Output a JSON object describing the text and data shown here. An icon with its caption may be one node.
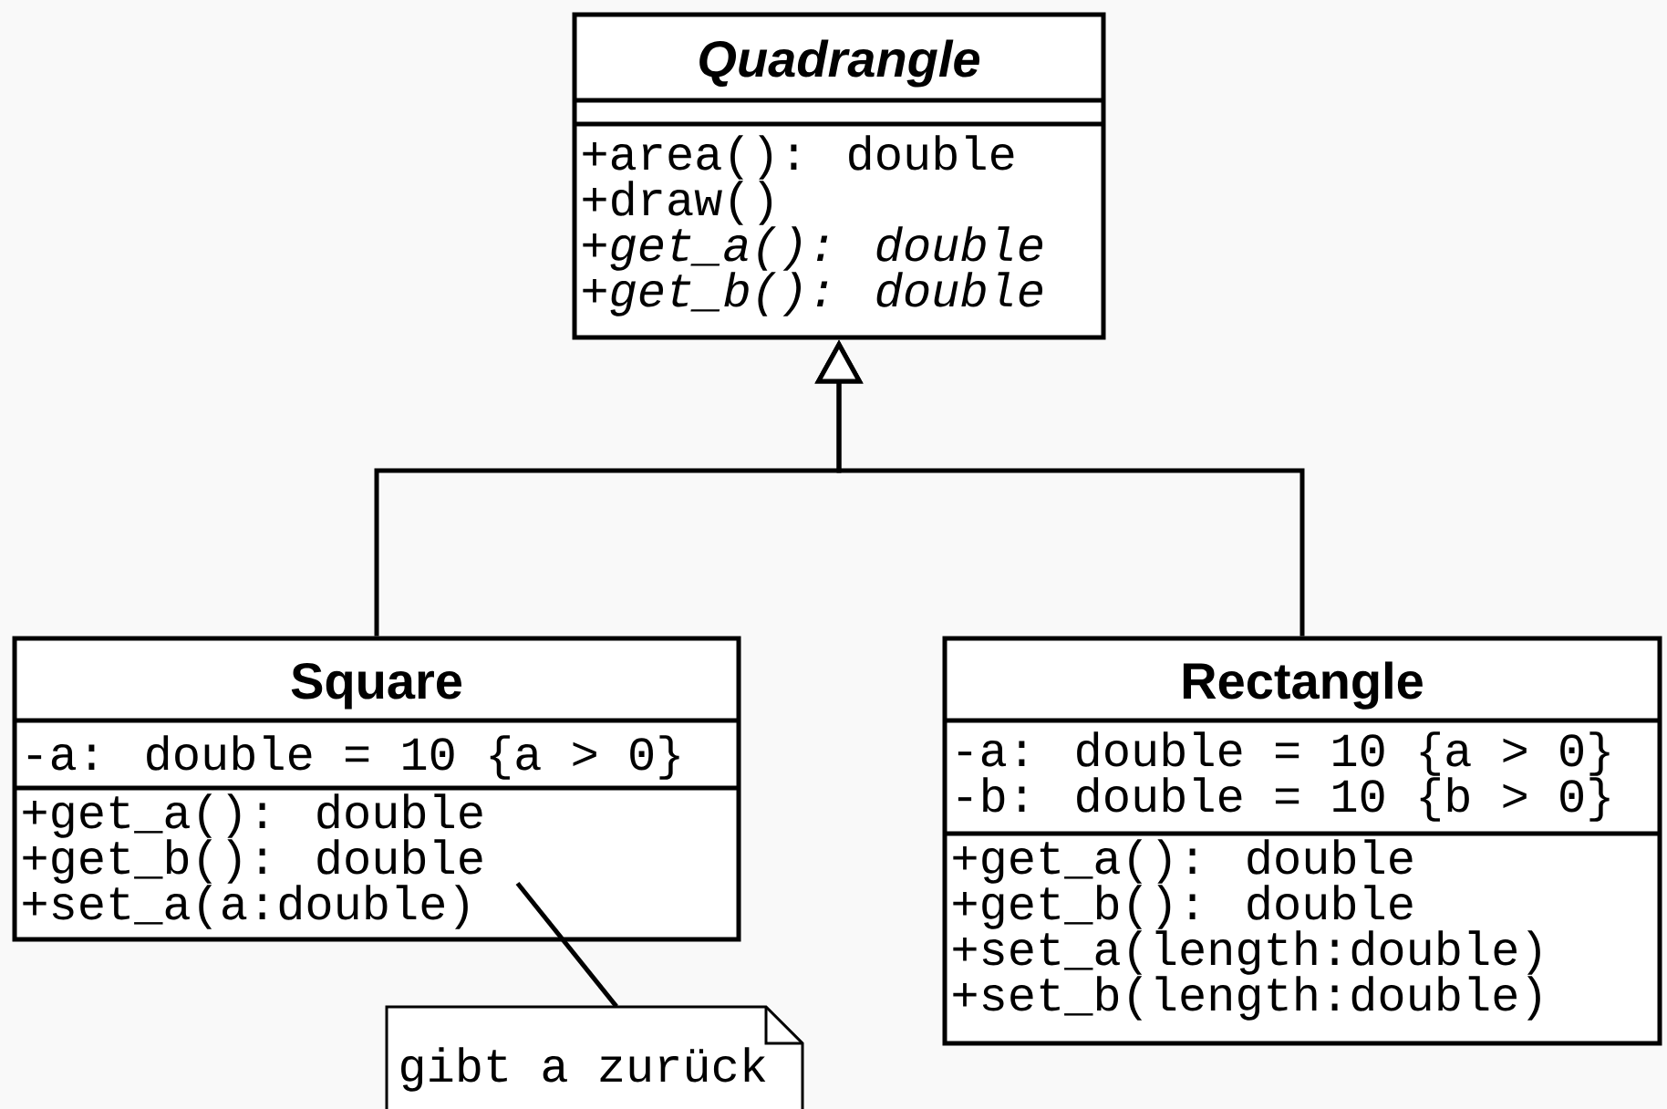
{
  "diagram": {
    "nodes": [
      {
        "text": [
          "Quadrangle",
          "+area(): double",
          "+draw()",
          "+get_a(): double",
          "+get_b(): double"
        ]
      },
      {
        "text": [
          "Square",
          "-a: double = 10 {a > 0}",
          "+get_a(): double",
          "+get_b(): double",
          "+set_a(a:double)"
        ]
      },
      {
        "text": [
          "Rectangle",
          "-a: double = 10 {a > 0}",
          "-b: double = 10 {b > 0}",
          "+get_a(): double",
          "+get_b(): double",
          "+set_a(length:double)",
          "+set_b(length:double)"
        ]
      },
      {
        "text": [
          "gibt a zurück"
        ]
      }
    ],
    "edges": [
      {
        "from": 1,
        "to": 0,
        "arrow": "to"
      },
      {
        "from": 2,
        "to": 0,
        "arrow": "to"
      },
      {
        "from": 3,
        "to": 1,
        "arrow": "none"
      }
    ]
  }
}
